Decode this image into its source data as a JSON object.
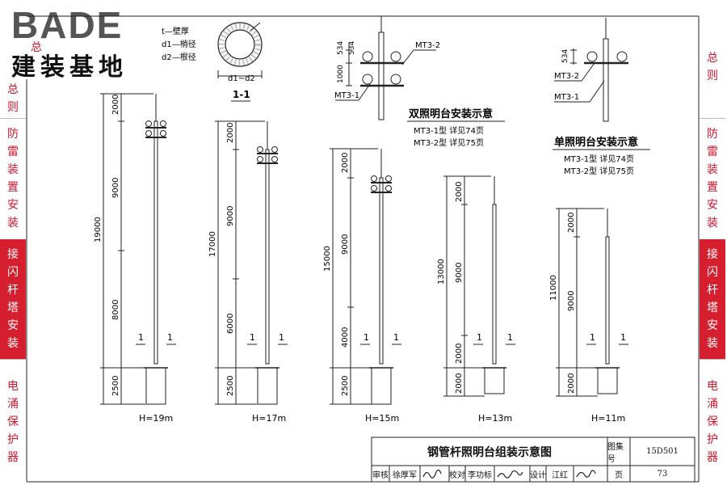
{
  "logo": {
    "brand": "BADE",
    "tagline": "建装基地",
    "bg_text": "总"
  },
  "side_tabs": [
    {
      "label": "总则"
    },
    {
      "label": "防雷装置安装"
    },
    {
      "label": "接闪杆塔安装"
    },
    {
      "label": "电涌保护器"
    }
  ],
  "legend": {
    "t": "t—壁厚",
    "d1": "d1—梢径",
    "d2": "d2—根径"
  },
  "section": {
    "dim": "d1~d2",
    "label": "1-1"
  },
  "double_detail": {
    "dims": [
      "534",
      "1000",
      "534"
    ],
    "labels": [
      "MT3-2",
      "MT3-1"
    ],
    "title": "双照明台安装示意",
    "notes": [
      "MT3-1型  详见74页",
      "MT3-2型  详见75页"
    ]
  },
  "single_detail": {
    "dims": [
      "534"
    ],
    "labels": [
      "MT3-2",
      "MT3-1"
    ],
    "title": "单照明台安装示意",
    "notes": [
      "MT3-1型  详见74页",
      "MT3-2型  详见75页"
    ]
  },
  "poles": [
    {
      "caption": "H=19m",
      "total": "19000",
      "segments": [
        "2000",
        "9000",
        "8000"
      ],
      "base": "2500",
      "sec": "1"
    },
    {
      "caption": "H=17m",
      "total": "17000",
      "segments": [
        "2000",
        "9000",
        "6000"
      ],
      "base": "2500",
      "sec": "1"
    },
    {
      "caption": "H=15m",
      "total": "15000",
      "segments": [
        "2000",
        "9000",
        "4000"
      ],
      "base": "2500",
      "sec": "1"
    },
    {
      "caption": "H=13m",
      "total": "13000",
      "segments": [
        "2000",
        "9000",
        "2000"
      ],
      "base": "2000",
      "sec": "1"
    },
    {
      "caption": "H=11m",
      "total": "11000",
      "segments": [
        "2000",
        "9000"
      ],
      "base": "2000",
      "sec": "1"
    }
  ],
  "title_block": {
    "title": "钢管杆照明台组装示意图",
    "atlas_label": "图集号",
    "atlas_no": "15D501",
    "review_label": "审核",
    "reviewer": "徐厚军",
    "check_label": "校对",
    "checker": "李功标",
    "design_label": "设计",
    "designer": "江红",
    "page_label": "页",
    "page_no": "73"
  }
}
